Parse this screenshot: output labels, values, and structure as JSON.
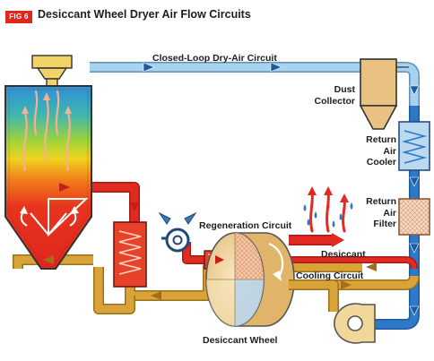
{
  "figure": {
    "badge": "FIG 6",
    "title": "Desiccant Wheel Dryer Air Flow Circuits"
  },
  "labels": {
    "closed_loop": "Closed-Loop Dry-Air Circuit",
    "dust_collector_line1": "Dust",
    "dust_collector_line2": "Collector",
    "return_air_cooler_line1": "Return",
    "return_air_cooler_line2": "Air",
    "return_air_cooler_line3": "Cooler",
    "return_air_filter_line1": "Return",
    "return_air_filter_line2": "Air",
    "return_air_filter_line3": "Filter",
    "regeneration_circuit": "Regeneration Circuit",
    "desiccant": "Desiccant",
    "cooling_circuit": "Cooling Circuit",
    "desiccant_wheel": "Desiccant Wheel"
  },
  "colors": {
    "badge": "#e1261c",
    "dry_air_duct": "#a9d2ee",
    "return_air_duct": "#2e78c8",
    "regeneration_duct": "#e02a22",
    "cooling_duct": "#c99528",
    "hopper_fill": "#e53b22",
    "wheel": "#f5dfa4"
  },
  "icons": [
    "flow-arrow-icon",
    "moisture-drop-icon",
    "cooling-coil-icon",
    "heater-coil-icon",
    "filter-grid-icon",
    "blower-icon"
  ]
}
